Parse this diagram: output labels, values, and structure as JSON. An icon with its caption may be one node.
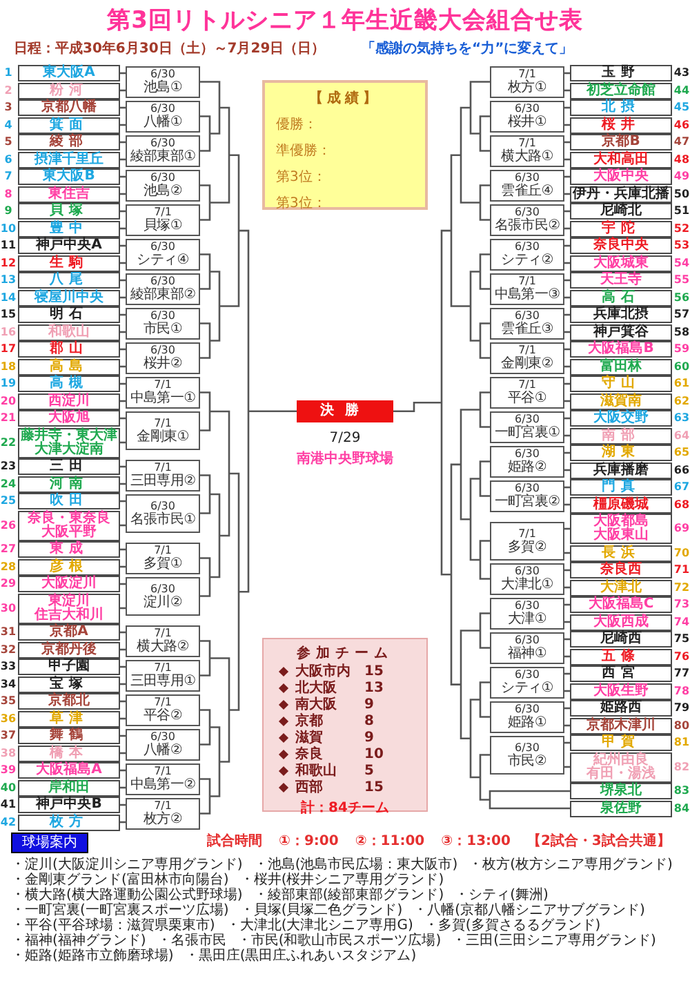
{
  "diagram": {
    "title": "第3回リトルシニア１年生近畿大会組合せ表",
    "nodes": [
      {
        "text": [
          "東大阪A"
        ],
        "beside": [
          "1"
        ]
      },
      {
        "text": [
          "粉河"
        ],
        "beside": [
          "2"
        ]
      },
      {
        "text": [
          "京都八幡"
        ],
        "beside": [
          "3"
        ]
      },
      {
        "text": [
          "箕面"
        ],
        "beside": [
          "4"
        ]
      },
      {
        "text": [
          "綾部"
        ],
        "beside": [
          "5"
        ]
      },
      {
        "text": [
          "摂津千里丘"
        ],
        "beside": [
          "6"
        ]
      },
      {
        "text": [
          "東大阪B"
        ],
        "beside": [
          "7"
        ]
      },
      {
        "text": [
          "東住吉"
        ],
        "beside": [
          "8"
        ]
      },
      {
        "text": [
          "貝塚"
        ],
        "beside": [
          "9"
        ]
      },
      {
        "text": [
          "豊中"
        ],
        "beside": [
          "10"
        ]
      },
      {
        "text": [
          "神戸中央A"
        ],
        "beside": [
          "11"
        ]
      },
      {
        "text": [
          "生駒"
        ],
        "beside": [
          "12"
        ]
      },
      {
        "text": [
          "八尾"
        ],
        "beside": [
          "13"
        ]
      },
      {
        "text": [
          "寝屋川中央"
        ],
        "beside": [
          "14"
        ]
      },
      {
        "text": [
          "明石"
        ],
        "beside": [
          "15"
        ]
      },
      {
        "text": [
          "和歌山"
        ],
        "beside": [
          "16"
        ]
      },
      {
        "text": [
          "郡山"
        ],
        "beside": [
          "17"
        ]
      },
      {
        "text": [
          "高島"
        ],
        "beside": [
          "18"
        ]
      },
      {
        "text": [
          "高槻"
        ],
        "beside": [
          "19"
        ]
      },
      {
        "text": [
          "西淀川"
        ],
        "beside": [
          "20"
        ]
      },
      {
        "text": [
          "大阪旭"
        ],
        "beside": [
          "21"
        ]
      },
      {
        "text": [
          "藤井寺・東大津",
          "大津大淀南"
        ],
        "beside": [
          "22"
        ]
      },
      {
        "text": [
          "三田"
        ],
        "beside": [
          "23"
        ]
      },
      {
        "text": [
          "河南"
        ],
        "beside": [
          "24"
        ]
      },
      {
        "text": [
          "吹田"
        ],
        "beside": [
          "25"
        ]
      },
      {
        "text": [
          "奈良・東奈良",
          "大阪平野"
        ],
        "beside": [
          "26"
        ]
      },
      {
        "text": [
          "東成"
        ],
        "beside": [
          "27"
        ]
      },
      {
        "text": [
          "彦根"
        ],
        "beside": [
          "28"
        ]
      },
      {
        "text": [
          "大阪淀川"
        ],
        "beside": [
          "29"
        ]
      },
      {
        "text": [
          "東淀川",
          "住吉大和川"
        ],
        "beside": [
          "30"
        ]
      },
      {
        "text": [
          "京都A"
        ],
        "beside": [
          "31"
        ]
      },
      {
        "text": [
          "京都丹後"
        ],
        "beside": [
          "32"
        ]
      },
      {
        "text": [
          "甲子園"
        ],
        "beside": [
          "33"
        ]
      },
      {
        "text": [
          "宝塚"
        ],
        "beside": [
          "34"
        ]
      },
      {
        "text": [
          "京都北"
        ],
        "beside": [
          "35"
        ]
      },
      {
        "text": [
          "草津"
        ],
        "beside": [
          "36"
        ]
      },
      {
        "text": [
          "舞鶴"
        ],
        "beside": [
          "37"
        ]
      },
      {
        "text": [
          "橋本"
        ],
        "beside": [
          "38"
        ]
      },
      {
        "text": [
          "大阪福島A"
        ],
        "beside": [
          "39"
        ]
      },
      {
        "text": [
          "岸和田"
        ],
        "beside": [
          "40"
        ]
      },
      {
        "text": [
          "神戸中央B"
        ],
        "beside": [
          "41"
        ]
      },
      {
        "text": [
          "枚方"
        ],
        "beside": [
          "42"
        ]
      },
      {
        "text": [
          "玉野"
        ],
        "beside": [
          "43"
        ]
      },
      {
        "text": [
          "初芝立命館"
        ],
        "beside": [
          "44"
        ]
      },
      {
        "text": [
          "北摂"
        ],
        "beside": [
          "45"
        ]
      },
      {
        "text": [
          "桜井"
        ],
        "beside": [
          "46"
        ]
      },
      {
        "text": [
          "京都B"
        ],
        "beside": [
          "47"
        ]
      },
      {
        "text": [
          "大和高田"
        ],
        "beside": [
          "48"
        ]
      },
      {
        "text": [
          "大阪中央"
        ],
        "beside": [
          "49"
        ]
      },
      {
        "text": [
          "伊丹・兵庫北播"
        ],
        "beside": [
          "50"
        ]
      },
      {
        "text": [
          "尼崎北"
        ],
        "beside": [
          "51"
        ]
      },
      {
        "text": [
          "宇陀"
        ],
        "beside": [
          "52"
        ]
      },
      {
        "text": [
          "奈良中央"
        ],
        "beside": [
          "53"
        ]
      },
      {
        "text": [
          "大阪城東"
        ],
        "beside": [
          "54"
        ]
      },
      {
        "text": [
          "天王寺"
        ],
        "beside": [
          "55"
        ]
      },
      {
        "text": [
          "高石"
        ],
        "beside": [
          "56"
        ]
      },
      {
        "text": [
          "兵庫北摂"
        ],
        "beside": [
          "57"
        ]
      },
      {
        "text": [
          "神戸箕谷"
        ],
        "beside": [
          "58"
        ]
      },
      {
        "text": [
          "大阪福島B"
        ],
        "beside": [
          "59"
        ]
      },
      {
        "text": [
          "富田林"
        ],
        "beside": [
          "60"
        ]
      },
      {
        "text": [
          "守山"
        ],
        "beside": [
          "61"
        ]
      },
      {
        "text": [
          "滋賀南"
        ],
        "beside": [
          "62"
        ]
      },
      {
        "text": [
          "大阪交野"
        ],
        "beside": [
          "63"
        ]
      },
      {
        "text": [
          "南部"
        ],
        "beside": [
          "64"
        ]
      },
      {
        "text": [
          "湖東"
        ],
        "beside": [
          "65"
        ]
      },
      {
        "text": [
          "兵庫播磨"
        ],
        "beside": [
          "66"
        ]
      },
      {
        "text": [
          "門真"
        ],
        "beside": [
          "67"
        ]
      },
      {
        "text": [
          "橿原磯城"
        ],
        "beside": [
          "68"
        ]
      },
      {
        "text": [
          "大阪都島",
          "大阪東山"
        ],
        "beside": [
          "69"
        ]
      },
      {
        "text": [
          "長浜"
        ],
        "beside": [
          "70"
        ]
      },
      {
        "text": [
          "奈良西"
        ],
        "beside": [
          "71"
        ]
      },
      {
        "text": [
          "大津北"
        ],
        "beside": [
          "72"
        ]
      },
      {
        "text": [
          "大阪福島C"
        ],
        "beside": [
          "73"
        ]
      },
      {
        "text": [
          "大阪西成"
        ],
        "beside": [
          "74"
        ]
      },
      {
        "text": [
          "尼崎西"
        ],
        "beside": [
          "75"
        ]
      },
      {
        "text": [
          "五條"
        ],
        "beside": [
          "76"
        ]
      },
      {
        "text": [
          "西宮"
        ],
        "beside": [
          "77"
        ]
      },
      {
        "text": [
          "大阪生野"
        ],
        "beside": [
          "78"
        ]
      },
      {
        "text": [
          "姫路西"
        ],
        "beside": [
          "79"
        ]
      },
      {
        "text": [
          "京都木津川"
        ],
        "beside": [
          "80"
        ]
      },
      {
        "text": [
          "甲賀"
        ],
        "beside": [
          "81"
        ]
      },
      {
        "text": [
          "紀州由良",
          "有田・湯浅"
        ],
        "beside": [
          "82"
        ]
      },
      {
        "text": [
          "堺泉北"
        ],
        "beside": [
          "83"
        ]
      },
      {
        "text": [
          "泉佐野"
        ],
        "beside": [
          "84"
        ]
      },
      {
        "text": [
          "6/30",
          "池島①"
        ]
      },
      {
        "text": [
          "6/30",
          "八幡①"
        ]
      },
      {
        "text": [
          "6/30",
          "綾部東部①"
        ]
      },
      {
        "text": [
          "6/30",
          "池島②"
        ]
      },
      {
        "text": [
          "7/1",
          "貝塚①"
        ]
      },
      {
        "text": [
          "6/30",
          "シティ④"
        ]
      },
      {
        "text": [
          "6/30",
          "綾部東部②"
        ]
      },
      {
        "text": [
          "6/30",
          "市民①"
        ]
      },
      {
        "text": [
          "6/30",
          "桜井②"
        ]
      },
      {
        "text": [
          "7/1",
          "中島第一①"
        ]
      },
      {
        "text": [
          "7/1",
          "金剛東①"
        ]
      },
      {
        "text": [
          "7/1",
          "三田専用②"
        ]
      },
      {
        "text": [
          "6/30",
          "名張市民①"
        ]
      },
      {
        "text": [
          "7/1",
          "多賀①"
        ]
      },
      {
        "text": [
          "6/30",
          "淀川②"
        ]
      },
      {
        "text": [
          "7/1",
          "横大路②"
        ]
      },
      {
        "text": [
          "7/1",
          "三田専用①"
        ]
      },
      {
        "text": [
          "7/1",
          "平谷②"
        ]
      },
      {
        "text": [
          "6/30",
          "八幡②"
        ]
      },
      {
        "text": [
          "7/1",
          "中島第一②"
        ]
      },
      {
        "text": [
          "7/1",
          "枚方②"
        ]
      },
      {
        "text": [
          "7/1",
          "枚方①"
        ]
      },
      {
        "text": [
          "6/30",
          "桜井①"
        ]
      },
      {
        "text": [
          "7/1",
          "横大路①"
        ]
      },
      {
        "text": [
          "6/30",
          "雲雀丘④"
        ]
      },
      {
        "text": [
          "6/30",
          "名張市民②"
        ]
      },
      {
        "text": [
          "6/30",
          "シティ②"
        ]
      },
      {
        "text": [
          "7/1",
          "中島第一③"
        ]
      },
      {
        "text": [
          "6/30",
          "雲雀丘③"
        ]
      },
      {
        "text": [
          "7/1",
          "金剛東②"
        ]
      },
      {
        "text": [
          "7/1",
          "平谷①"
        ]
      },
      {
        "text": [
          "6/30",
          "一町宮裏①"
        ]
      },
      {
        "text": [
          "6/30",
          "姫路②"
        ]
      },
      {
        "text": [
          "6/30",
          "一町宮裏②"
        ]
      },
      {
        "text": [
          "7/1",
          "多賀②"
        ]
      },
      {
        "text": [
          "6/30",
          "大津北①"
        ]
      },
      {
        "text": [
          "6/30",
          "大津①"
        ]
      },
      {
        "text": [
          "6/30",
          "福神①"
        ]
      },
      {
        "text": [
          "6/30",
          "シティ①"
        ]
      },
      {
        "text": [
          "6/30",
          "姫路①"
        ]
      },
      {
        "text": [
          "6/30",
          "市民②"
        ]
      },
      {
        "text": [
          "【成績】",
          "優勝：",
          "準優勝：",
          "第3位：",
          "第3位："
        ]
      },
      {
        "text": [
          "決勝"
        ],
        "beside": [
          "7/29",
          "南港中央野球場"
        ]
      },
      {
        "text": [
          "参加チーム",
          "大阪市内",
          "15",
          "北大阪",
          "13",
          "南大阪",
          "9",
          "京都",
          "8",
          "滋賀",
          "9",
          "奈良",
          "10",
          "和歌山",
          "5",
          "西部",
          "15",
          "計：84チーム"
        ]
      },
      {
        "text": [
          "球場案内"
        ]
      }
    ],
    "edges": [
      {
        "from": 0,
        "to": 84,
        "arrow": "none"
      },
      {
        "from": 1,
        "to": 84,
        "arrow": "none"
      },
      {
        "from": 2,
        "to": 85,
        "arrow": "none"
      },
      {
        "from": 3,
        "to": 85,
        "arrow": "none"
      },
      {
        "from": 4,
        "to": 86,
        "arrow": "none"
      },
      {
        "from": 5,
        "to": 86,
        "arrow": "none"
      },
      {
        "from": 6,
        "to": 87,
        "arrow": "none"
      },
      {
        "from": 7,
        "to": 87,
        "arrow": "none"
      },
      {
        "from": 8,
        "to": 88,
        "arrow": "none"
      },
      {
        "from": 9,
        "to": 88,
        "arrow": "none"
      },
      {
        "from": 10,
        "to": 89,
        "arrow": "none"
      },
      {
        "from": 11,
        "to": 89,
        "arrow": "none"
      },
      {
        "from": 12,
        "to": 90,
        "arrow": "none"
      },
      {
        "from": 13,
        "to": 90,
        "arrow": "none"
      },
      {
        "from": 14,
        "to": 91,
        "arrow": "none"
      },
      {
        "from": 15,
        "to": 91,
        "arrow": "none"
      },
      {
        "from": 16,
        "to": 92,
        "arrow": "none"
      },
      {
        "from": 17,
        "to": 92,
        "arrow": "none"
      },
      {
        "from": 18,
        "to": 93,
        "arrow": "none"
      },
      {
        "from": 19,
        "to": 93,
        "arrow": "none"
      },
      {
        "from": 20,
        "to": 94,
        "arrow": "none"
      },
      {
        "from": 21,
        "to": 94,
        "arrow": "none"
      },
      {
        "from": 22,
        "to": 95,
        "arrow": "none"
      },
      {
        "from": 23,
        "to": 95,
        "arrow": "none"
      },
      {
        "from": 24,
        "to": 96,
        "arrow": "none"
      },
      {
        "from": 25,
        "to": 96,
        "arrow": "none"
      },
      {
        "from": 26,
        "to": 97,
        "arrow": "none"
      },
      {
        "from": 27,
        "to": 97,
        "arrow": "none"
      },
      {
        "from": 28,
        "to": 98,
        "arrow": "none"
      },
      {
        "from": 29,
        "to": 98,
        "arrow": "none"
      },
      {
        "from": 30,
        "to": 99,
        "arrow": "none"
      },
      {
        "from": 31,
        "to": 99,
        "arrow": "none"
      },
      {
        "from": 32,
        "to": 100,
        "arrow": "none"
      },
      {
        "from": 33,
        "to": 100,
        "arrow": "none"
      },
      {
        "from": 34,
        "to": 101,
        "arrow": "none"
      },
      {
        "from": 35,
        "to": 101,
        "arrow": "none"
      },
      {
        "from": 36,
        "to": 102,
        "arrow": "none"
      },
      {
        "from": 37,
        "to": 102,
        "arrow": "none"
      },
      {
        "from": 38,
        "to": 103,
        "arrow": "none"
      },
      {
        "from": 39,
        "to": 103,
        "arrow": "none"
      },
      {
        "from": 40,
        "to": 104,
        "arrow": "none"
      },
      {
        "from": 41,
        "to": 104,
        "arrow": "none"
      },
      {
        "from": 42,
        "to": 105,
        "arrow": "none"
      },
      {
        "from": 43,
        "to": 105,
        "arrow": "none"
      },
      {
        "from": 44,
        "to": 106,
        "arrow": "none"
      },
      {
        "from": 45,
        "to": 106,
        "arrow": "none"
      },
      {
        "from": 46,
        "to": 107,
        "arrow": "none"
      },
      {
        "from": 47,
        "to": 107,
        "arrow": "none"
      },
      {
        "from": 48,
        "to": 108,
        "arrow": "none"
      },
      {
        "from": 49,
        "to": 108,
        "arrow": "none"
      },
      {
        "from": 50,
        "to": 109,
        "arrow": "none"
      },
      {
        "from": 51,
        "to": 109,
        "arrow": "none"
      },
      {
        "from": 52,
        "to": 110,
        "arrow": "none"
      },
      {
        "from": 53,
        "to": 110,
        "arrow": "none"
      },
      {
        "from": 54,
        "to": 111,
        "arrow": "none"
      },
      {
        "from": 55,
        "to": 111,
        "arrow": "none"
      },
      {
        "from": 56,
        "to": 112,
        "arrow": "none"
      },
      {
        "from": 57,
        "to": 112,
        "arrow": "none"
      },
      {
        "from": 58,
        "to": 113,
        "arrow": "none"
      },
      {
        "from": 59,
        "to": 113,
        "arrow": "none"
      },
      {
        "from": 60,
        "to": 114,
        "arrow": "none"
      },
      {
        "from": 61,
        "to": 114,
        "arrow": "none"
      },
      {
        "from": 62,
        "to": 115,
        "arrow": "none"
      },
      {
        "from": 63,
        "to": 115,
        "arrow": "none"
      },
      {
        "from": 64,
        "to": 116,
        "arrow": "none"
      },
      {
        "from": 65,
        "to": 116,
        "arrow": "none"
      },
      {
        "from": 66,
        "to": 117,
        "arrow": "none"
      },
      {
        "from": 67,
        "to": 117,
        "arrow": "none"
      },
      {
        "from": 68,
        "to": 118,
        "arrow": "none"
      },
      {
        "from": 69,
        "to": 118,
        "arrow": "none"
      },
      {
        "from": 70,
        "to": 119,
        "arrow": "none"
      },
      {
        "from": 71,
        "to": 119,
        "arrow": "none"
      },
      {
        "from": 72,
        "to": 120,
        "arrow": "none"
      },
      {
        "from": 73,
        "to": 120,
        "arrow": "none"
      },
      {
        "from": 74,
        "to": 121,
        "arrow": "none"
      },
      {
        "from": 75,
        "to": 121,
        "arrow": "none"
      },
      {
        "from": 76,
        "to": 122,
        "arrow": "none"
      },
      {
        "from": 77,
        "to": 122,
        "arrow": "none"
      },
      {
        "from": 78,
        "to": 123,
        "arrow": "none"
      },
      {
        "from": 79,
        "to": 123,
        "arrow": "none"
      },
      {
        "from": 80,
        "to": 124,
        "arrow": "none"
      },
      {
        "from": 81,
        "to": 124,
        "arrow": "none"
      }
    ],
    "labels": [
      "日程：平成30年6月30日（土）～7月29日（日）",
      "「感謝の気持ちを“力”に変えて」",
      "試合時間",
      "①：9:00",
      "②：11:00",
      "③：13:00",
      "【2試合・3試合共通】",
      "・淀川(大阪淀川シニア専用グランド)",
      "・池島(池島市民広場：東大阪市)",
      "・枚方(枚方シニア専用グランド)",
      "・金剛東グランド(富田林市向陽台)",
      "・桜井(桜井シニア専用グランド)",
      "・横大路(横大路運動公園公式野球場)",
      "・綾部東部(綾部東部グランド)",
      "・シティ(舞洲)",
      "・一町宮裏(一町宮裏スポーツ広場)",
      "・貝塚(貝塚二色グランド)",
      "・八幡(京都八幡シニアサブグランド)",
      "・平谷(平谷球場：滋賀県栗東市)",
      "・大津北(大津北シニア専用G)",
      "・多賀(多賀さるるグランド)",
      "・福神(福神グランド)",
      "・名張市民",
      "・市民(和歌山市民スポーツ広場)",
      "・三田(三田シニア専用グランド)",
      "・姫路(姫路市立飾磨球場)",
      "・黒田庄(黒田庄ふれあいスタジアム)"
    ]
  }
}
